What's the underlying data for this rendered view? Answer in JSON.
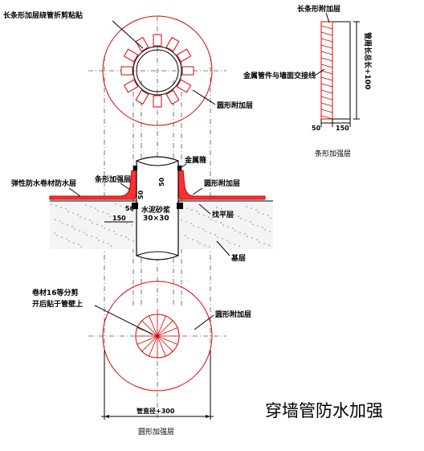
{
  "main_title": "穿墙管防水加强",
  "labels": {
    "top_strip_label": "长条形加层绕管折剪粘贴",
    "top_circle_ring": "圆形附加层",
    "side_title": "长条形附加层",
    "side_pipe_note": "金属管件与墙面交接线",
    "side_length": "管周长总长+100",
    "side_dim_50": "50",
    "side_dim_150": "150",
    "side_caption": "条形加强层",
    "section_metal_clamp": "金属箍",
    "section_strip_layer": "条形加强层",
    "section_round_layer": "圆形附加层",
    "section_waterproof": "弹性防水卷材防水层",
    "section_sealant": "水泥砂浆",
    "section_sealant_size": "30×30",
    "section_leveling": "找平层",
    "section_base": "基层",
    "section_dim_150": "150",
    "section_dim_50a": "50",
    "section_dim_50b": "50",
    "section_dim_50c": "50",
    "bottom_note_line1": "卷材16等分剪",
    "bottom_note_line2": "开后贴于管壁上",
    "bottom_ring_label": "圆形附加层",
    "bottom_dim": "管直径+300",
    "bottom_caption": "圆形加强层"
  }
}
